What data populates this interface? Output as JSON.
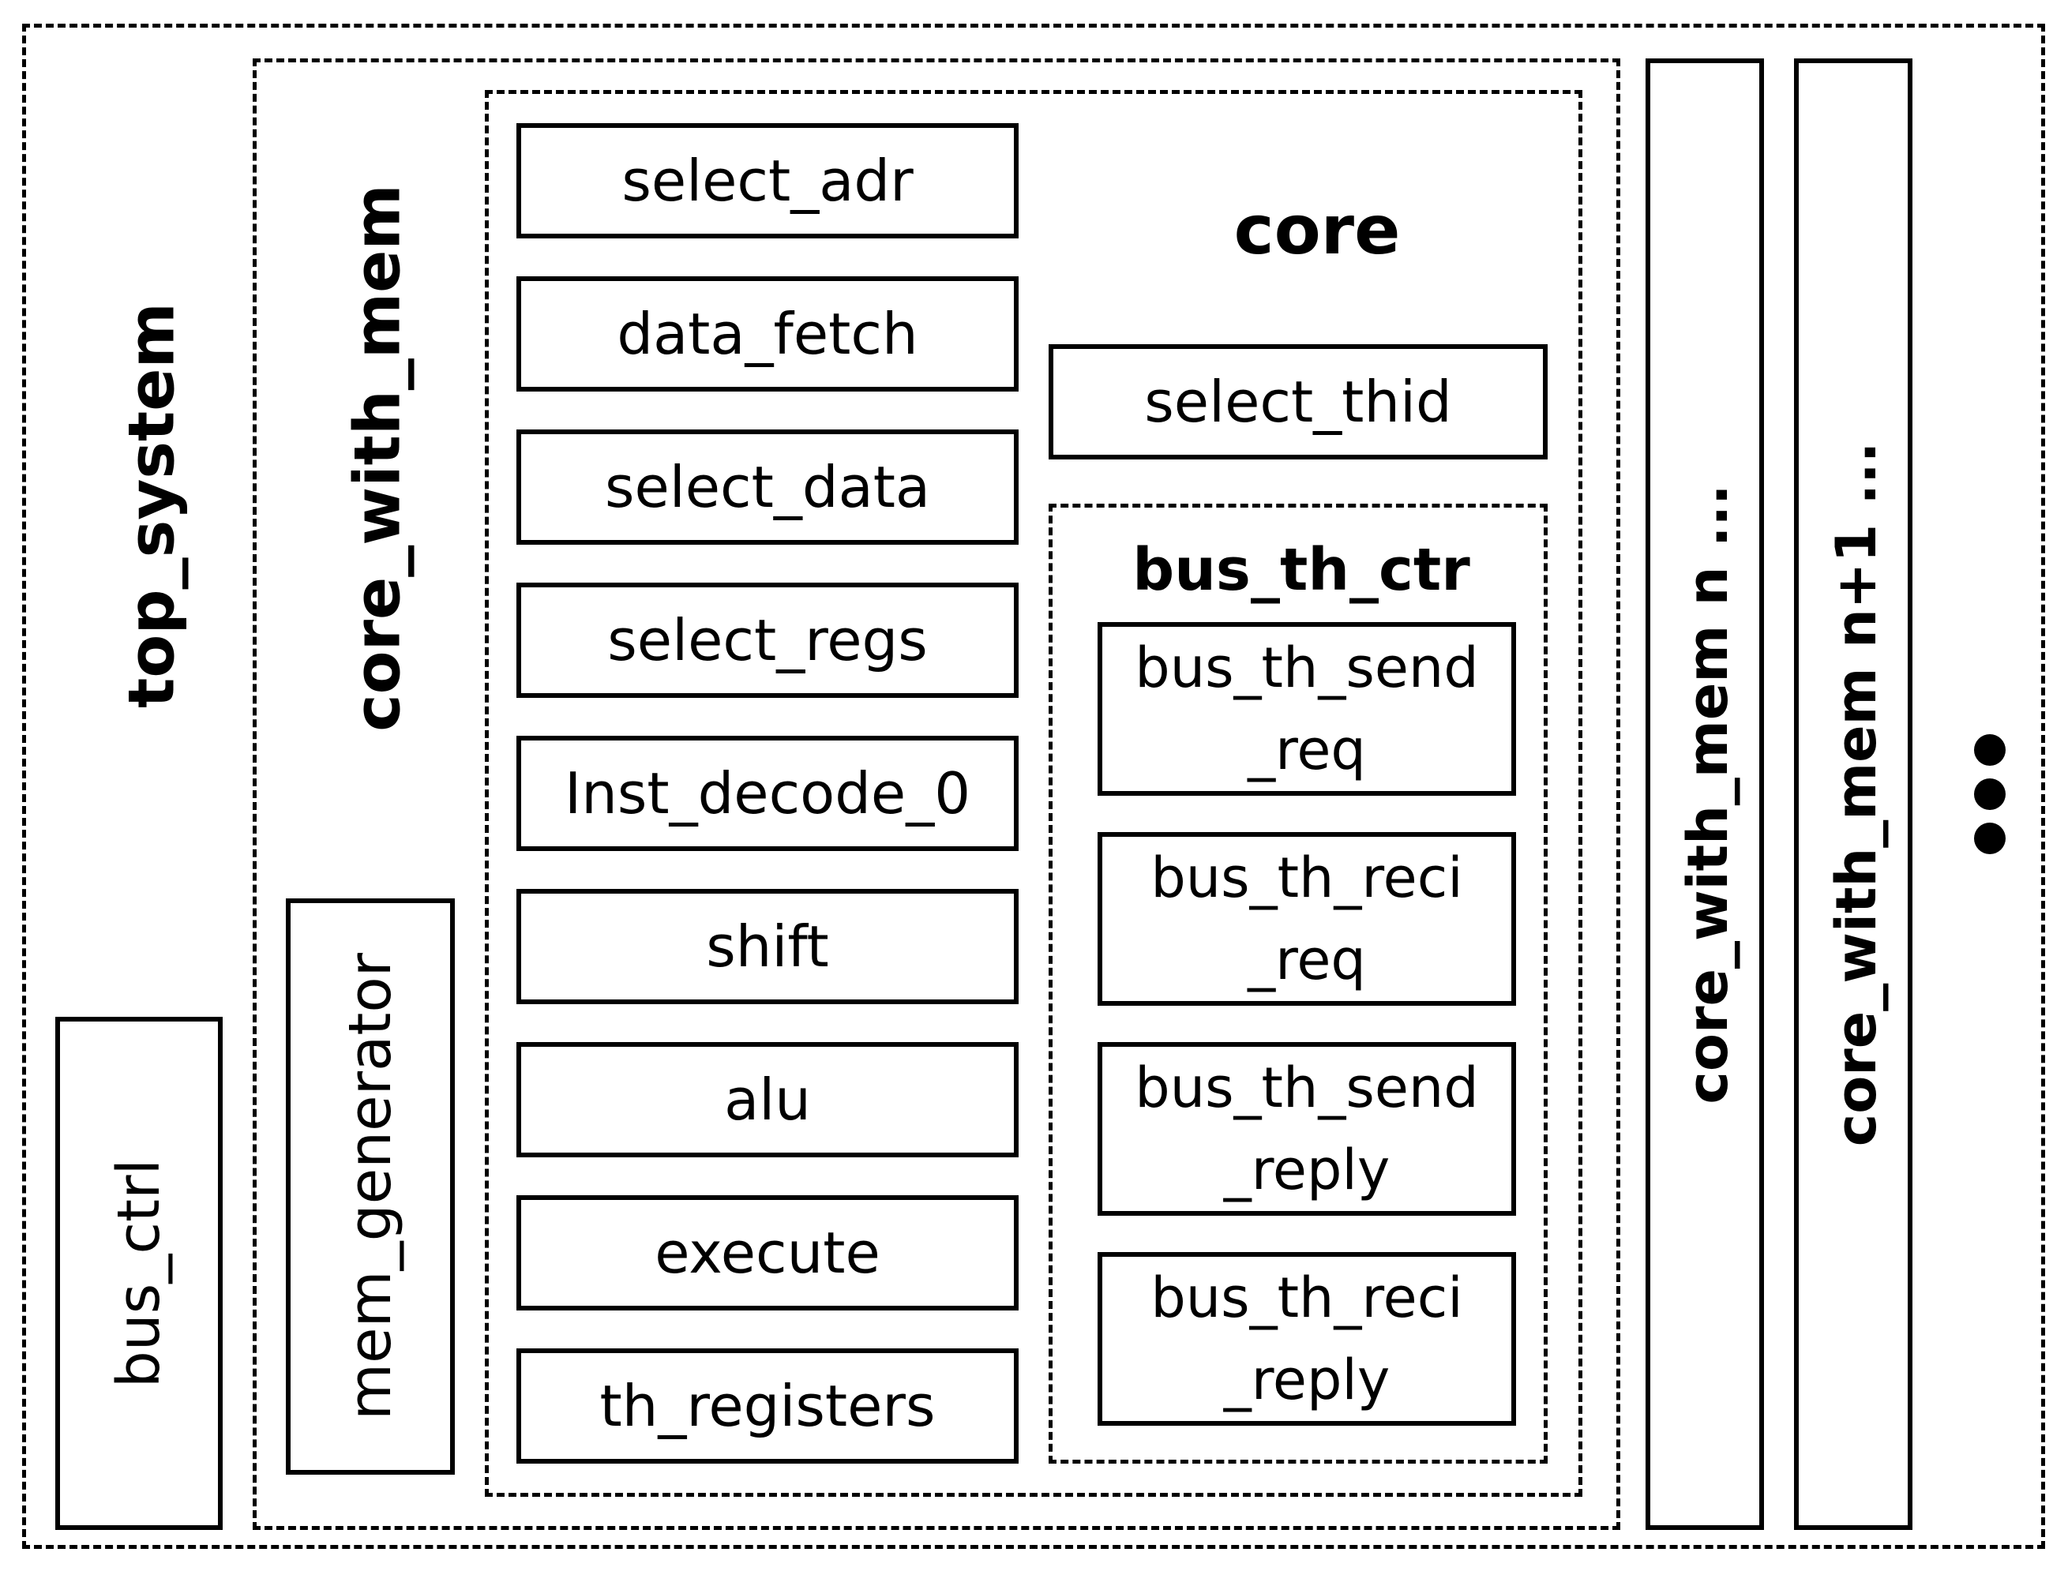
{
  "top_system": {
    "label": "top_system"
  },
  "bus_ctrl": {
    "label": "bus_ctrl"
  },
  "core_with_mem": {
    "label": "core_with_mem",
    "mem_generator": "mem_generator",
    "core": {
      "label": "core",
      "blocks": [
        "select_adr",
        "data_fetch",
        "select_data",
        "select_regs",
        "Inst_decode_0",
        "shift",
        "alu",
        "execute",
        "th_registers"
      ],
      "select_thid": "select_thid",
      "bus_th_ctr": {
        "label": "bus_th_ctr",
        "blocks": [
          {
            "line1": "bus_th_send",
            "line2": "_req"
          },
          {
            "line1": "bus_th_reci",
            "line2": "_req"
          },
          {
            "line1": "bus_th_send",
            "line2": "_reply"
          },
          {
            "line1": "bus_th_reci",
            "line2": "_reply"
          }
        ]
      }
    }
  },
  "instances": [
    "core_with_mem n ...",
    "core_with_mem n+1 ..."
  ],
  "more": "more-dots-icon"
}
